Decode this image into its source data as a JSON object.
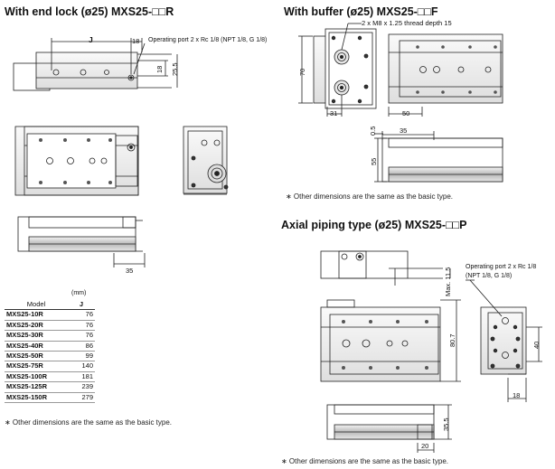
{
  "titles": {
    "end_lock": "With end lock (ø25) MXS25-□□R",
    "buffer": "With buffer (ø25) MXS25-□□F",
    "axial": "Axial piping type (ø25) MXS25-□□P"
  },
  "end_lock": {
    "dims": {
      "j": "J",
      "d18a": "18",
      "d18b": "18",
      "d25_5": "25.5",
      "d35": "35"
    },
    "port_label": "Operating port 2 x Rc 1/8 (NPT 1/8, G 1/8)",
    "table": {
      "unit": "(mm)",
      "headers": [
        "Model",
        "J"
      ],
      "rows": [
        [
          "MXS25-10R",
          "76"
        ],
        [
          "MXS25-20R",
          "76"
        ],
        [
          "MXS25-30R",
          "76"
        ],
        [
          "MXS25-40R",
          "86"
        ],
        [
          "MXS25-50R",
          "99"
        ],
        [
          "MXS25-75R",
          "140"
        ],
        [
          "MXS25-100R",
          "181"
        ],
        [
          "MXS25-125R",
          "239"
        ],
        [
          "MXS25-150R",
          "279"
        ]
      ]
    },
    "note": "∗ Other dimensions are the same as the basic type."
  },
  "buffer": {
    "thread_label": "2 x M8 x 1.25 thread depth 15",
    "dims": {
      "d70": "70",
      "d31": "31",
      "d50": "50",
      "d0_5": "0.5",
      "d35": "35",
      "d55": "55"
    },
    "note": "∗ Other dimensions are the same as the basic type."
  },
  "axial": {
    "port_label_1": "Operating port 2 x Rc 1/8",
    "port_label_2": "(NPT 1/8, G 1/8)",
    "dims": {
      "max": "Max. 11.5",
      "d80_7": "80.7",
      "d40": "40",
      "d18": "18",
      "d35_5": "35.5",
      "d20": "20"
    },
    "note": "∗ Other dimensions are the same as the basic type."
  }
}
